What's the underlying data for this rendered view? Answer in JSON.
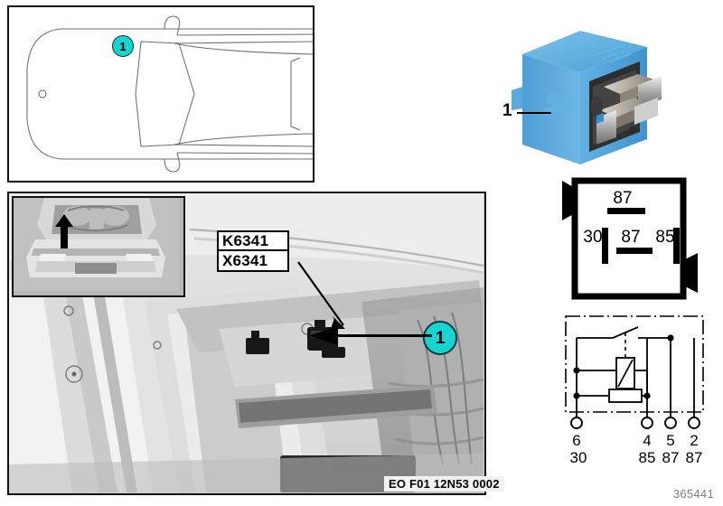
{
  "figure": {
    "image_id": "365441",
    "caption": "EO F01 12N53 0002",
    "accent_color": "#19d3d3",
    "relay_color": "#57abe0"
  },
  "car_view": {
    "callout_number": "1"
  },
  "inset_view": {
    "arrow": "up-arrow-icon"
  },
  "photo_view": {
    "callout_number": "1",
    "labels": [
      {
        "text": "K6341"
      },
      {
        "text": "X6341"
      }
    ]
  },
  "relay_photo": {
    "item_number": "1"
  },
  "footprint": {
    "terminals": [
      {
        "label": "87",
        "orientation": "horizontal",
        "position": "top-center"
      },
      {
        "label": "30",
        "orientation": "vertical",
        "position": "middle-left"
      },
      {
        "label": "87",
        "orientation": "horizontal",
        "position": "middle-center"
      },
      {
        "label": "85",
        "orientation": "vertical",
        "position": "middle-right"
      }
    ]
  },
  "schematic": {
    "pins": [
      {
        "cavity": "6",
        "terminal": "30"
      },
      {
        "cavity": "4",
        "terminal": "85"
      },
      {
        "cavity": "5",
        "terminal": "87"
      },
      {
        "cavity": "2",
        "terminal": "87"
      }
    ]
  }
}
